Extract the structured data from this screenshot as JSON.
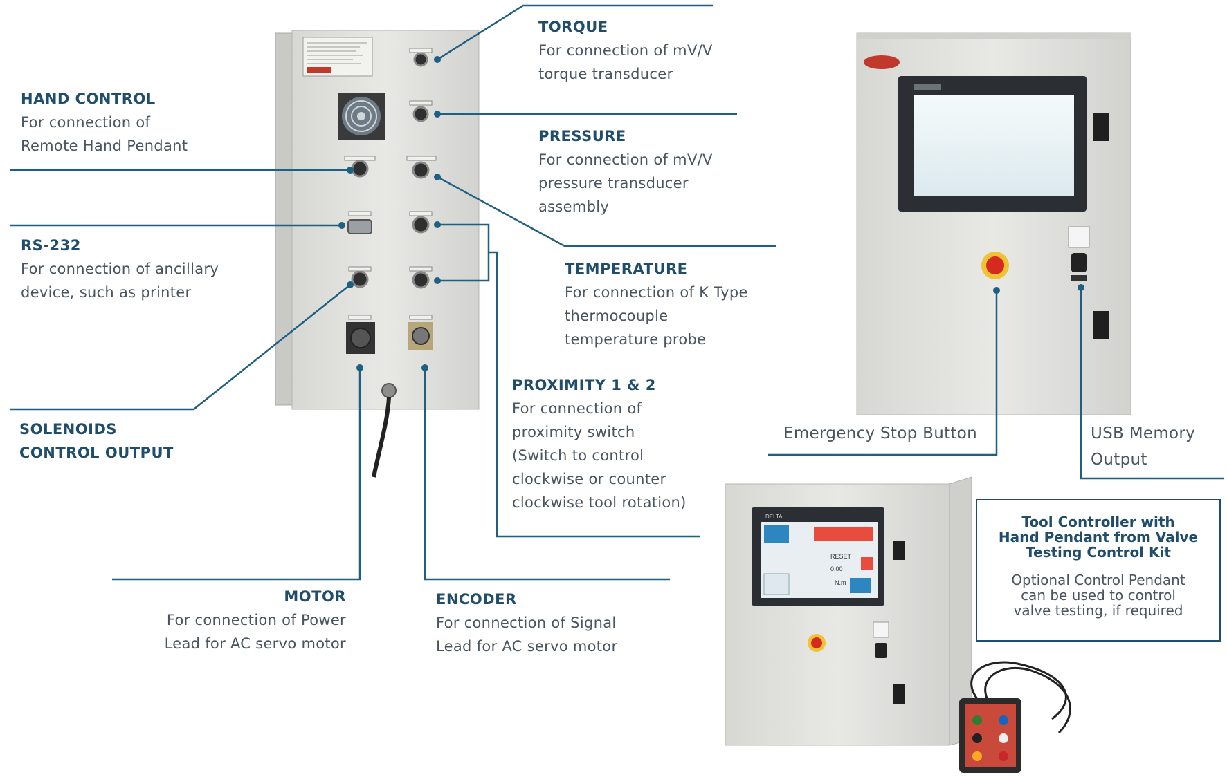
{
  "callouts": {
    "hand_control": {
      "title": "HAND CONTROL",
      "lines": [
        "For connection of",
        "Remote Hand Pendant"
      ]
    },
    "rs232": {
      "title": "RS-232",
      "lines": [
        "For connection of ancillary",
        "device, such as printer"
      ]
    },
    "solenoids": {
      "title_lines": [
        "SOLENOIDS",
        "CONTROL OUTPUT"
      ]
    },
    "torque": {
      "title": "TORQUE",
      "lines": [
        "For connection of mV/V",
        "torque transducer"
      ]
    },
    "pressure": {
      "title": "PRESSURE",
      "lines": [
        "For connection of mV/V",
        "pressure transducer",
        "assembly"
      ]
    },
    "temperature": {
      "title": "TEMPERATURE",
      "lines": [
        "For connection of K Type",
        "thermocouple",
        "temperature probe"
      ]
    },
    "proximity": {
      "title": "PROXIMITY 1 & 2",
      "lines": [
        "For connection of",
        "proximity switch",
        "(Switch to control",
        "clockwise or counter",
        "clockwise tool rotation)"
      ]
    },
    "motor": {
      "title": "MOTOR",
      "lines": [
        "For connection of Power",
        "Lead for AC servo motor"
      ]
    },
    "encoder": {
      "title": "ENCODER",
      "lines": [
        "For connection of Signal",
        "Lead for AC servo motor"
      ]
    },
    "estop": {
      "text": "Emergency Stop Button"
    },
    "usb": {
      "lines": [
        "USB Memory",
        "Output"
      ]
    }
  },
  "kit_box": {
    "title_lines": [
      "Tool Controller with",
      "Hand Pendant from Valve",
      "Testing Control Kit"
    ],
    "body_lines": [
      "Optional Control Pendant",
      "can be used to control",
      "valve testing, if required"
    ]
  },
  "hmi": {
    "brand": "DELTA",
    "readout_value": "0.00",
    "readout_unit": "N.m",
    "reset_label": "RESET"
  },
  "colors": {
    "leader_line": "#1f5f82",
    "heading": "#1f4d6b",
    "panel_body": "#e4e4e1",
    "estop_red": "#d42a1f"
  }
}
